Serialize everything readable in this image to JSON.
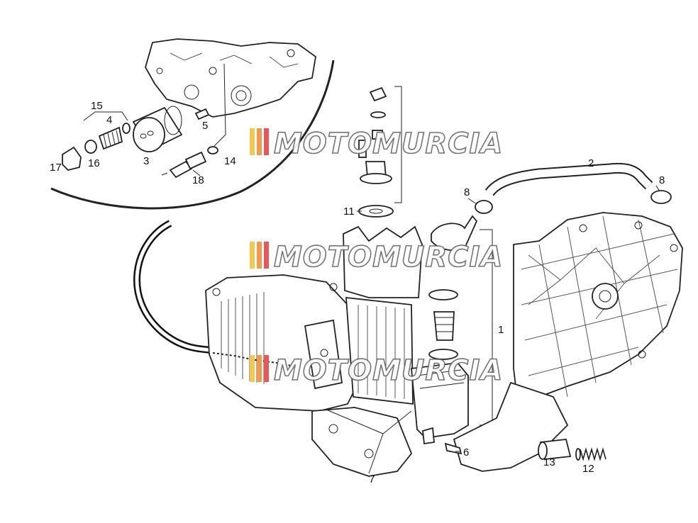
{
  "callouts": {
    "c1": "1",
    "c2": "2",
    "c3": "3",
    "c4": "4",
    "c5": "5",
    "c6": "6",
    "c7": "7",
    "c8a": "8",
    "c8b": "8",
    "c11": "11",
    "c12": "12",
    "c13": "13",
    "c14": "14",
    "c15": "15",
    "c16": "16",
    "c17": "17",
    "c18": "18"
  },
  "watermark": {
    "text": "MOTOMURCIA",
    "stripe_colors": [
      "#f2c94c",
      "#f2994a",
      "#eb5757"
    ]
  },
  "colors": {
    "line": "#222222",
    "background": "#ffffff"
  }
}
